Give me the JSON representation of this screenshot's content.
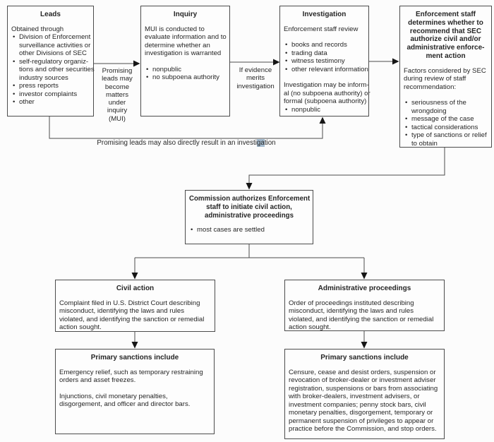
{
  "colors": {
    "highlight": "#a6bdd1",
    "border": "#4c4c4c",
    "text": "#262626"
  },
  "boxes": {
    "leads": {
      "title": "Leads",
      "intro": "Obtained through",
      "bullets": [
        "Division of Enforcement\nsurveillance activities or\nother Divisions of SEC",
        "self-regulatory organiz-\ntions and other securities\nindustry sources",
        "press reports",
        "investor complaints",
        "other"
      ]
    },
    "inquiry": {
      "title": "Inquiry",
      "body": "MUI is conducted to\nevaluate information and to\ndetermine whether an\ninvestigation is warranted",
      "bullets": [
        "nonpublic",
        "no subpoena authority"
      ]
    },
    "investigation": {
      "title": "Investigation",
      "intro": "Enforcement staff review",
      "bullets": [
        "books and records",
        "trading data",
        "witness testimony",
        "other relevant information"
      ],
      "body": "Investigation may be inform-\nal (no subpoena authority) or\nformal (subpoena authority)",
      "bullets2": [
        "nonpublic"
      ]
    },
    "enforcement": {
      "title": "Enforcement staff\ndetermines whether to\nrecommend that SEC\nauthorize civil and/or\nadministrative enforce-\nment action",
      "body": "Factors considered by SEC\nduring review of staff\nrecommendation:",
      "bullets": [
        "seriousness of the\nwrongdoing",
        "message of the case",
        "tactical considerations",
        "type of sanctions or relief\nto obtain"
      ]
    },
    "commission": {
      "title": "Commission authorizes Enforcement\nstaff to initiate civil action,\nadministrative proceedings",
      "bullets": [
        "most cases are settled"
      ]
    },
    "civil": {
      "title": "Civil action",
      "body": "Complaint filed in U.S. District Court describing\nmisconduct, identifying the laws and rules\nviolated, and identifying the sanction or remedial\naction sought."
    },
    "admin": {
      "title": "Administrative proceedings",
      "body": "Order of proceedings instituted describing\nmisconduct, identifying the laws and rules\nviolated, and identifying the sanction or remedial\naction sought."
    },
    "sanctions_civil": {
      "title": "Primary sanctions include",
      "paragraphs": [
        "Emergency relief, such as temporary restraining\norders and asset freezes.",
        "Injunctions, civil monetary penalties,\ndisgorgement, and officer and director bars."
      ]
    },
    "sanctions_admin": {
      "title": "Primary sanctions include",
      "body": "Censure, cease and desist orders, suspension or\nrevocation of broker-dealer or investment adviser\nregistration, suspensions or bars from associating\nwith broker-dealers, investment advisers, or\ninvestment companies; penny stock bars, civil\nmonetary penalties, disgorgement, temporary or\npermanent suspension of privileges to appear or\npractice before the Commission, and stop orders."
    }
  },
  "edge_labels": {
    "mui": "Promising\nleads may\nbecome\nmatters\nunder\ninquiry\n(MUI)",
    "evidence": "If evidence\nmerits\ninvestigation",
    "direct_prefix": "Promising leads may also directly result in an investi",
    "direct_highlight": "ga",
    "direct_suffix": "tion"
  }
}
